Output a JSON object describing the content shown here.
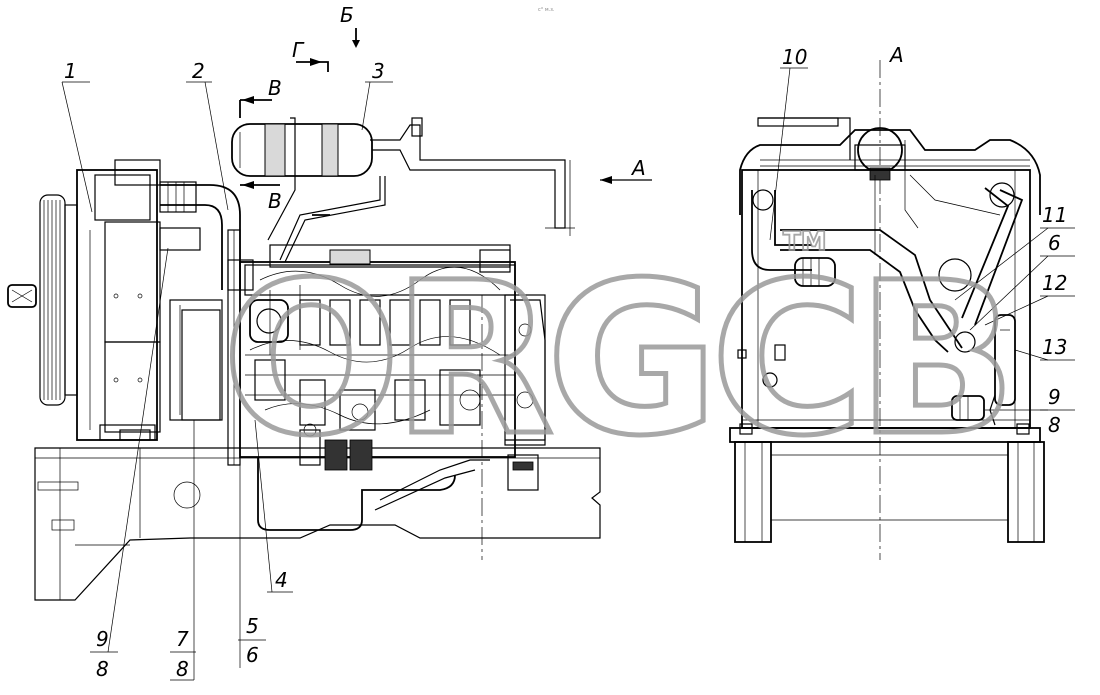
{
  "views": {
    "left": {
      "callouts": {
        "c1": "1",
        "c2": "2",
        "c3": "3",
        "c4": "4",
        "c5": "5",
        "c6": "6",
        "c7": "7",
        "c8a": "8",
        "c9": "9",
        "c8b": "8"
      },
      "section_marks": {
        "b": "Б",
        "g": "Г",
        "v1": "В",
        "v2": "В",
        "a": "А"
      }
    },
    "right": {
      "title": "А",
      "callouts": {
        "c10": "10",
        "c11": "11",
        "c6": "6",
        "c12": "12",
        "c13": "13",
        "c9": "9",
        "c8": "8"
      }
    }
  },
  "header_note": "с° м.з.",
  "watermark": {
    "text": "ORGCB",
    "tm": "TM",
    "color": "#9a9a9a"
  }
}
